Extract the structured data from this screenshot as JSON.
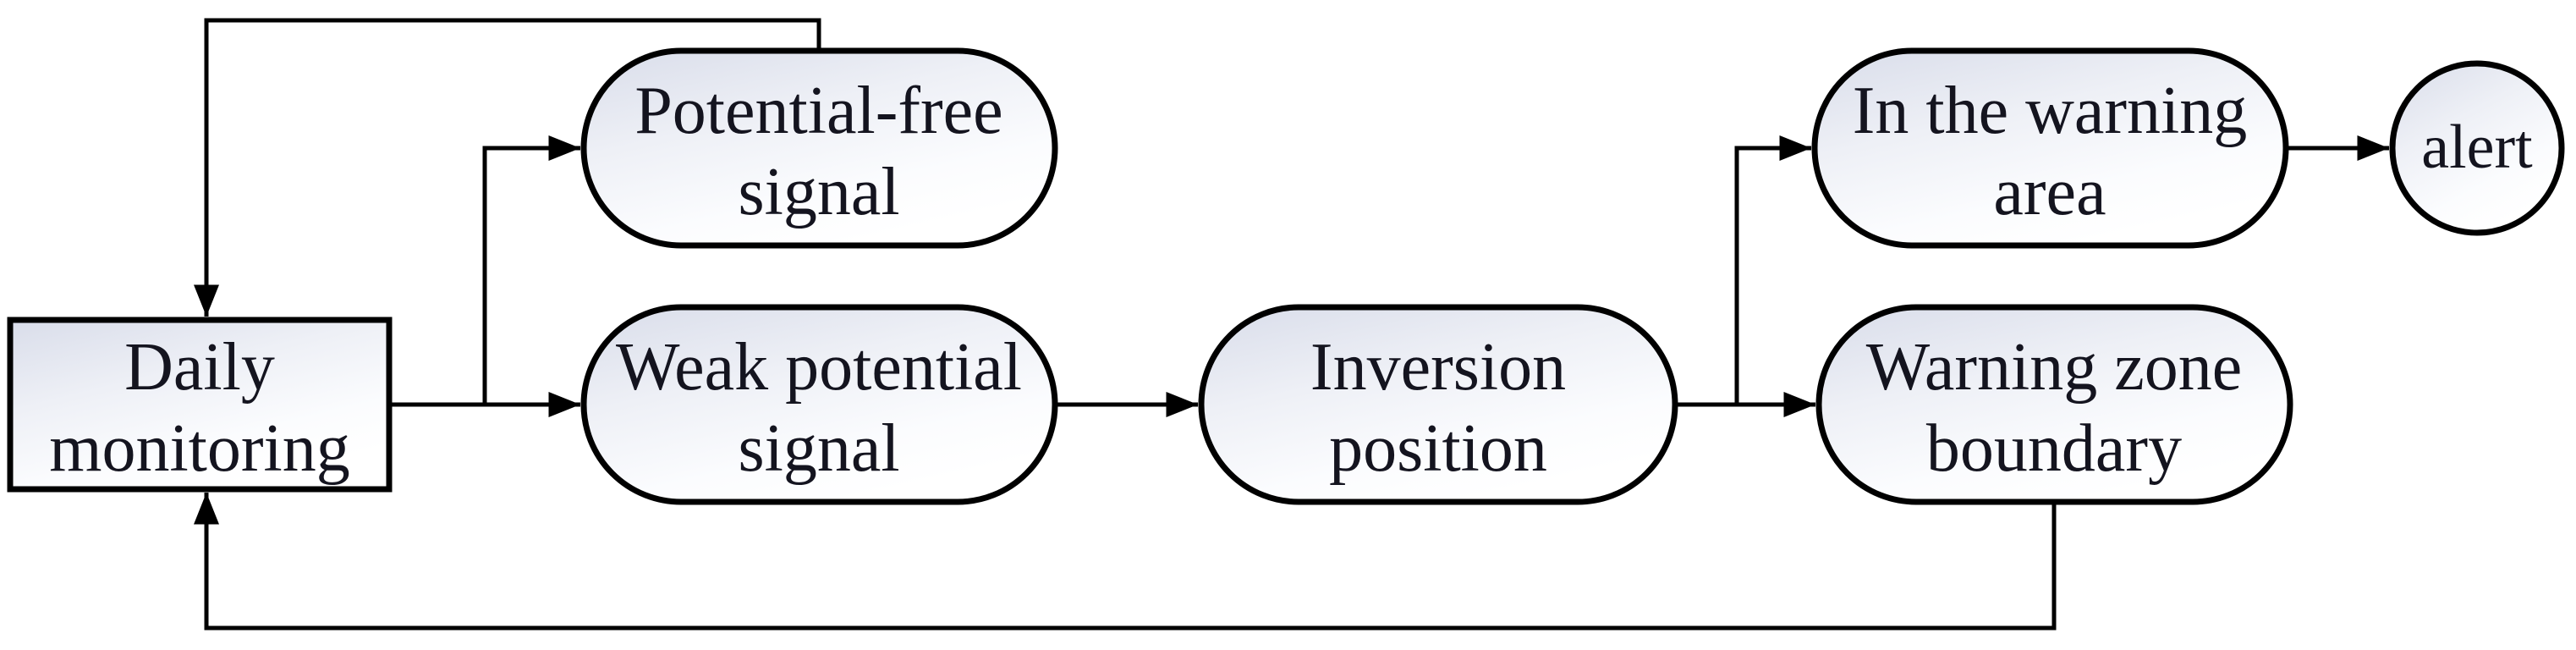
{
  "diagram": {
    "type": "flowchart",
    "background_color": "#ffffff",
    "line_color": "#000000",
    "text_color": "#14141f",
    "node_fill_gradient": [
      "#d9ddea",
      "#eef0f6",
      "#ffffff"
    ],
    "nodes": {
      "daily_monitoring": {
        "shape": "rectangle",
        "label": "Daily monitoring",
        "line1": "Daily",
        "line2": "monitoring"
      },
      "potential_free_signal": {
        "shape": "stadium",
        "label": "Potential-free signal",
        "line1": "Potential-free",
        "line2": "signal"
      },
      "weak_potential_signal": {
        "shape": "stadium",
        "label": "Weak potential signal",
        "line1": "Weak potential",
        "line2": "signal"
      },
      "inversion_position": {
        "shape": "stadium",
        "label": "Inversion position",
        "line1": "Inversion",
        "line2": "position"
      },
      "in_the_warning_area": {
        "shape": "stadium",
        "label": "In the warning area",
        "line1": "In the warning",
        "line2": "area"
      },
      "warning_zone_boundary": {
        "shape": "stadium",
        "label": "Warning zone boundary",
        "line1": "Warning zone",
        "line2": "boundary"
      },
      "alert": {
        "shape": "circle",
        "label": "alert",
        "line1": "alert"
      }
    },
    "edges": [
      {
        "from": "daily_monitoring",
        "to": "weak_potential_signal"
      },
      {
        "from": "daily_monitoring",
        "to": "potential_free_signal"
      },
      {
        "from": "potential_free_signal",
        "to": "daily_monitoring",
        "route": "top-feedback"
      },
      {
        "from": "weak_potential_signal",
        "to": "inversion_position"
      },
      {
        "from": "inversion_position",
        "to": "warning_zone_boundary"
      },
      {
        "from": "inversion_position",
        "to": "in_the_warning_area"
      },
      {
        "from": "in_the_warning_area",
        "to": "alert"
      },
      {
        "from": "warning_zone_boundary",
        "to": "daily_monitoring",
        "route": "bottom-feedback"
      }
    ]
  }
}
